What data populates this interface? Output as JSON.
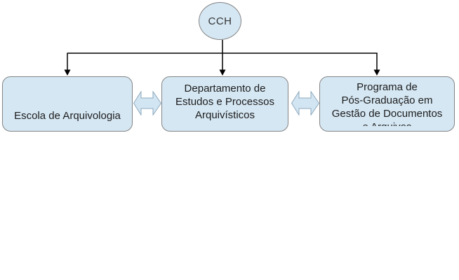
{
  "diagram": {
    "type": "org-chart",
    "root_label": "CCH",
    "nodes": [
      {
        "id": "escola-de-arquivologia",
        "lines": [
          "Escola de Arquivologia"
        ],
        "clipped": false
      },
      {
        "id": "departamento-estudos-processos-arquivisticos",
        "lines": [
          "Departamento de",
          "Estudos e Processos",
          "Arquivísticos"
        ],
        "clipped": false
      },
      {
        "id": "programa-pos-graduacao-gestao-documentos",
        "lines": [
          "Programa de",
          "Pós-Graduação em",
          "Gestão de Documentos",
          "e Arquivos"
        ],
        "clipped": true
      }
    ],
    "relations": {
      "root_to_children": "arrow-down",
      "between_siblings": "double-headed-arrow"
    }
  },
  "colors": {
    "shape_fill": "#d5e7f3",
    "shape_border": "#848484",
    "arrow_fill": "#d2e5f2",
    "arrow_border": "#8fa9bd",
    "connector": "#000000",
    "text": "#1c1c1c",
    "background": "#ffffff"
  }
}
